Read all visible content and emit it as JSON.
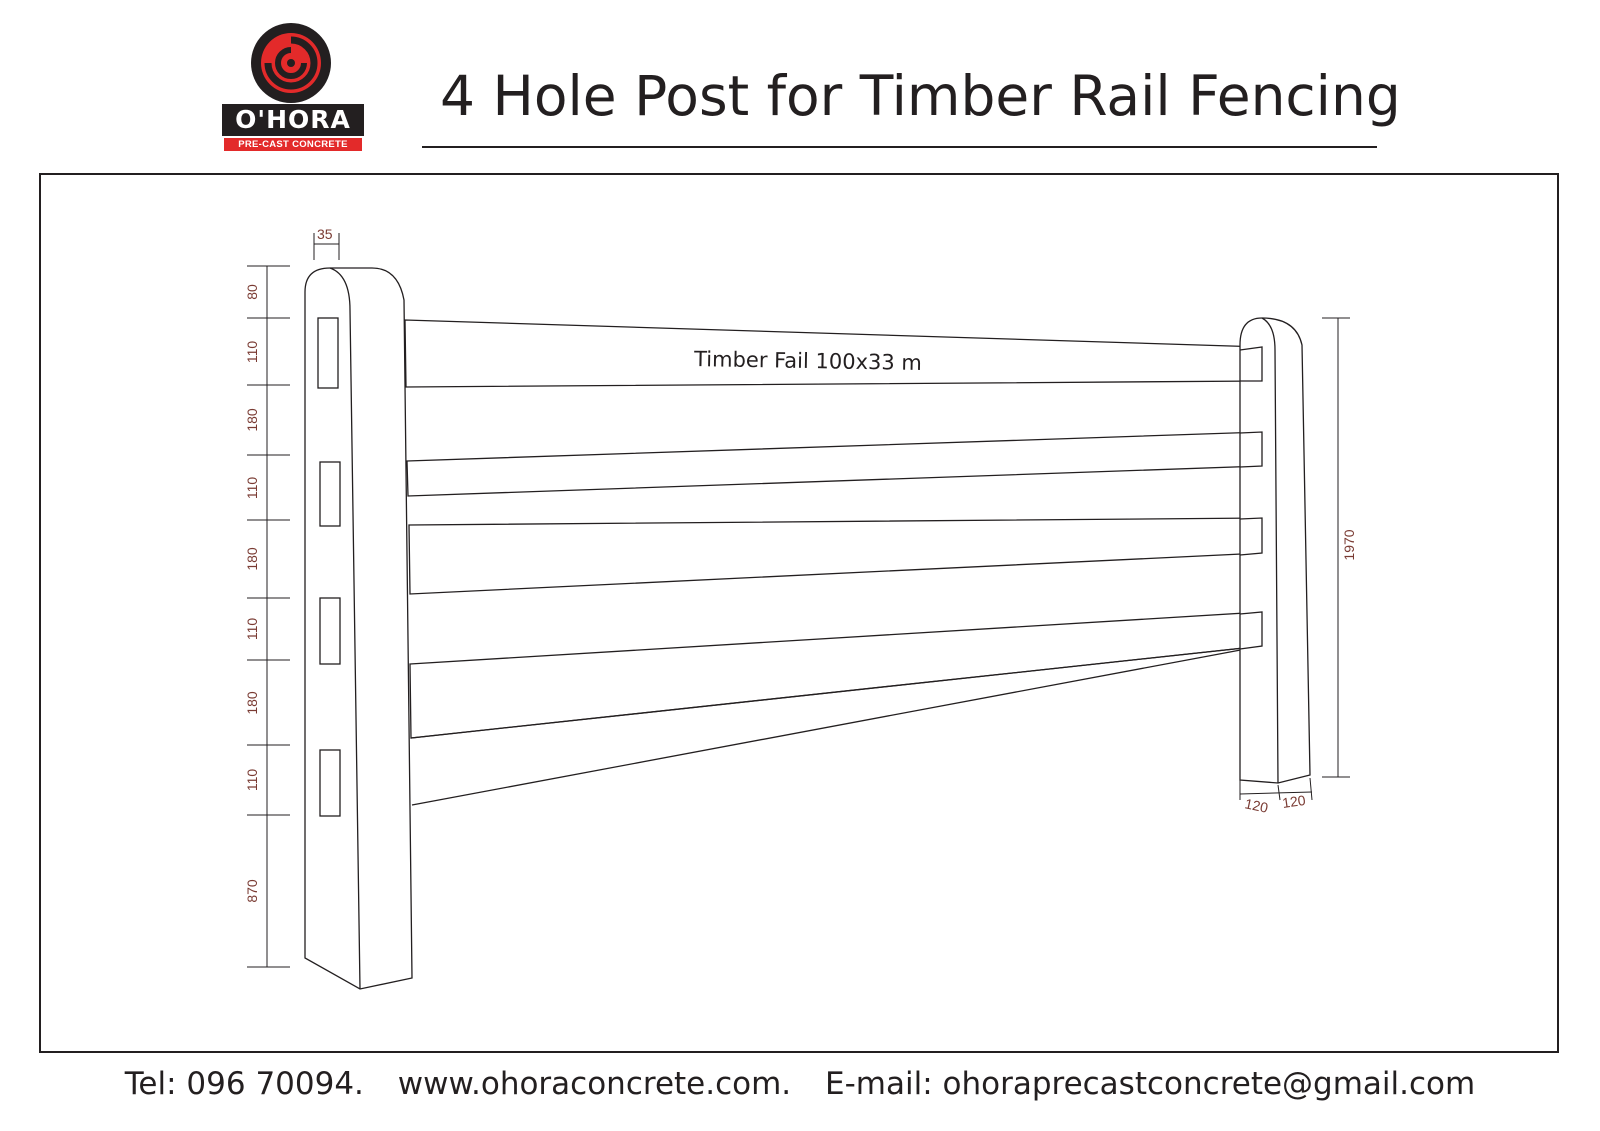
{
  "header": {
    "logo_name": "O'HORA",
    "logo_tagline": "PRE-CAST CONCRETE",
    "title": "4 Hole Post for Timber Rail Fencing"
  },
  "drawing": {
    "rail_label": "Timber Fail 100x33 m",
    "post_width_dim": "35",
    "left_post_dims": [
      "80",
      "110",
      "180",
      "110",
      "180",
      "110",
      "180",
      "110",
      "870"
    ],
    "right_post_height": "1970",
    "right_post_base_dims": [
      "120",
      "120"
    ]
  },
  "footer": {
    "tel": "Tel: 096 70094.",
    "web": "www.ohoraconcrete.com.",
    "email": "E-mail: ohoraprecastconcrete@gmail.com"
  },
  "colors": {
    "ink": "#231f20",
    "brand_red": "#e32a2a",
    "dimension_text": "#7a3b33"
  }
}
